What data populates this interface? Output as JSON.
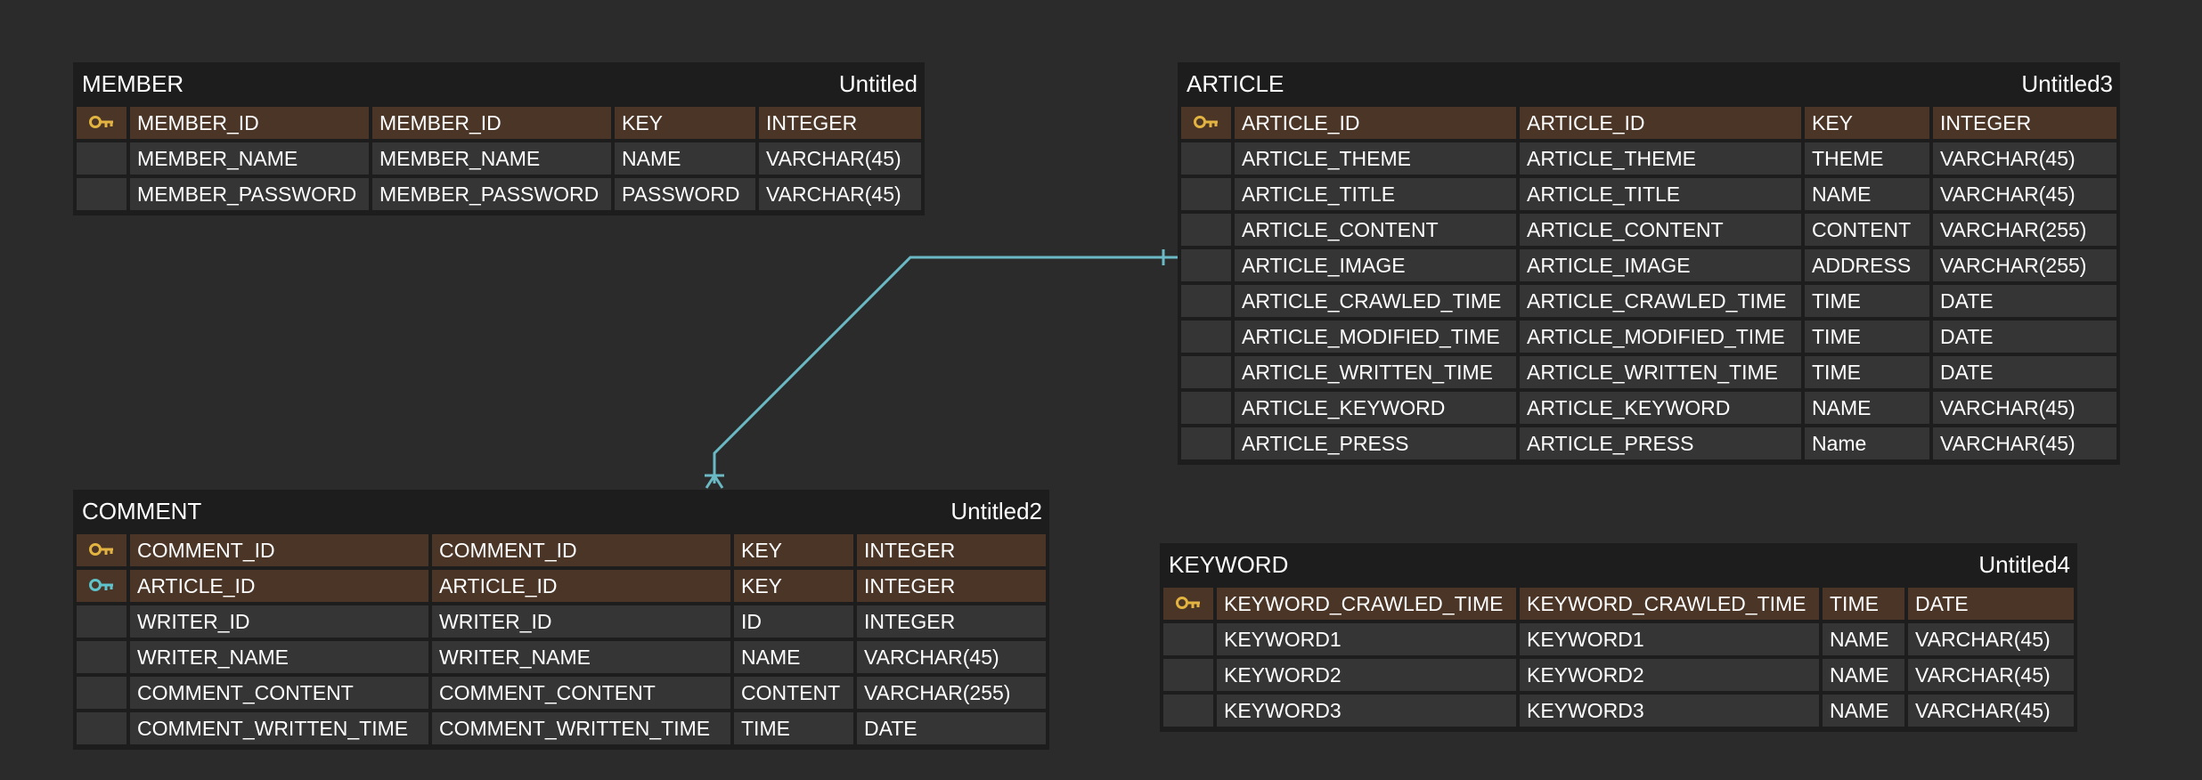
{
  "colors": {
    "background": "#2b2b2b",
    "table_body": "#1d1d1d",
    "row_normal": "#353535",
    "row_key": "#4b3526",
    "primary_key_icon": "#e3b341",
    "foreign_key_icon": "#5fc3cb",
    "relation_line": "#6ab9c4"
  },
  "tables": [
    {
      "name": "MEMBER",
      "label": "Untitled",
      "columns": [
        {
          "key": "pk",
          "key_icon": "key-icon",
          "name": "MEMBER_ID",
          "logical": "MEMBER_ID",
          "domain": "KEY",
          "type": "INTEGER"
        },
        {
          "key": "",
          "name": "MEMBER_NAME",
          "logical": "MEMBER_NAME",
          "domain": "NAME",
          "type": "VARCHAR(45)"
        },
        {
          "key": "",
          "name": "MEMBER_PASSWORD",
          "logical": "MEMBER_PASSWORD",
          "domain": "PASSWORD",
          "type": "VARCHAR(45)"
        }
      ]
    },
    {
      "name": "ARTICLE",
      "label": "Untitled3",
      "columns": [
        {
          "key": "pk",
          "key_icon": "key-icon",
          "name": "ARTICLE_ID",
          "logical": "ARTICLE_ID",
          "domain": "KEY",
          "type": "INTEGER"
        },
        {
          "key": "",
          "name": "ARTICLE_THEME",
          "logical": "ARTICLE_THEME",
          "domain": "THEME",
          "type": "VARCHAR(45)"
        },
        {
          "key": "",
          "name": "ARTICLE_TITLE",
          "logical": "ARTICLE_TITLE",
          "domain": "NAME",
          "type": "VARCHAR(45)"
        },
        {
          "key": "",
          "name": "ARTICLE_CONTENT",
          "logical": "ARTICLE_CONTENT",
          "domain": "CONTENT",
          "type": "VARCHAR(255)"
        },
        {
          "key": "",
          "name": "ARTICLE_IMAGE",
          "logical": "ARTICLE_IMAGE",
          "domain": "ADDRESS",
          "type": "VARCHAR(255)"
        },
        {
          "key": "",
          "name": "ARTICLE_CRAWLED_TIME",
          "logical": "ARTICLE_CRAWLED_TIME",
          "domain": "TIME",
          "type": "DATE"
        },
        {
          "key": "",
          "name": "ARTICLE_MODIFIED_TIME",
          "logical": "ARTICLE_MODIFIED_TIME",
          "domain": "TIME",
          "type": "DATE"
        },
        {
          "key": "",
          "name": "ARTICLE_WRITTEN_TIME",
          "logical": "ARTICLE_WRITTEN_TIME",
          "domain": "TIME",
          "type": "DATE"
        },
        {
          "key": "",
          "name": "ARTICLE_KEYWORD",
          "logical": "ARTICLE_KEYWORD",
          "domain": "NAME",
          "type": "VARCHAR(45)"
        },
        {
          "key": "",
          "name": "ARTICLE_PRESS",
          "logical": "ARTICLE_PRESS",
          "domain": "Name",
          "type": "VARCHAR(45)"
        }
      ]
    },
    {
      "name": "COMMENT",
      "label": "Untitled2",
      "columns": [
        {
          "key": "pk",
          "key_icon": "key-icon",
          "name": "COMMENT_ID",
          "logical": "COMMENT_ID",
          "domain": "KEY",
          "type": "INTEGER"
        },
        {
          "key": "fk",
          "key_icon": "foreign-key-icon",
          "name": "ARTICLE_ID",
          "logical": "ARTICLE_ID",
          "domain": "KEY",
          "type": "INTEGER"
        },
        {
          "key": "",
          "name": "WRITER_ID",
          "logical": "WRITER_ID",
          "domain": "ID",
          "type": "INTEGER"
        },
        {
          "key": "",
          "name": "WRITER_NAME",
          "logical": "WRITER_NAME",
          "domain": "NAME",
          "type": "VARCHAR(45)"
        },
        {
          "key": "",
          "name": "COMMENT_CONTENT",
          "logical": "COMMENT_CONTENT",
          "domain": "CONTENT",
          "type": "VARCHAR(255)"
        },
        {
          "key": "",
          "name": "COMMENT_WRITTEN_TIME",
          "logical": "COMMENT_WRITTEN_TIME",
          "domain": "TIME",
          "type": "DATE"
        }
      ]
    },
    {
      "name": "KEYWORD",
      "label": "Untitled4",
      "columns": [
        {
          "key": "pk",
          "key_icon": "key-icon",
          "name": "KEYWORD_CRAWLED_TIME",
          "logical": "KEYWORD_CRAWLED_TIME",
          "domain": "TIME",
          "type": "DATE"
        },
        {
          "key": "",
          "name": "KEYWORD1",
          "logical": "KEYWORD1",
          "domain": "NAME",
          "type": "VARCHAR(45)"
        },
        {
          "key": "",
          "name": "KEYWORD2",
          "logical": "KEYWORD2",
          "domain": "NAME",
          "type": "VARCHAR(45)"
        },
        {
          "key": "",
          "name": "KEYWORD3",
          "logical": "KEYWORD3",
          "domain": "NAME",
          "type": "VARCHAR(45)"
        }
      ]
    }
  ],
  "relationships": [
    {
      "from": "ARTICLE",
      "to": "COMMENT",
      "from_end": "one",
      "to_end": "many"
    }
  ]
}
